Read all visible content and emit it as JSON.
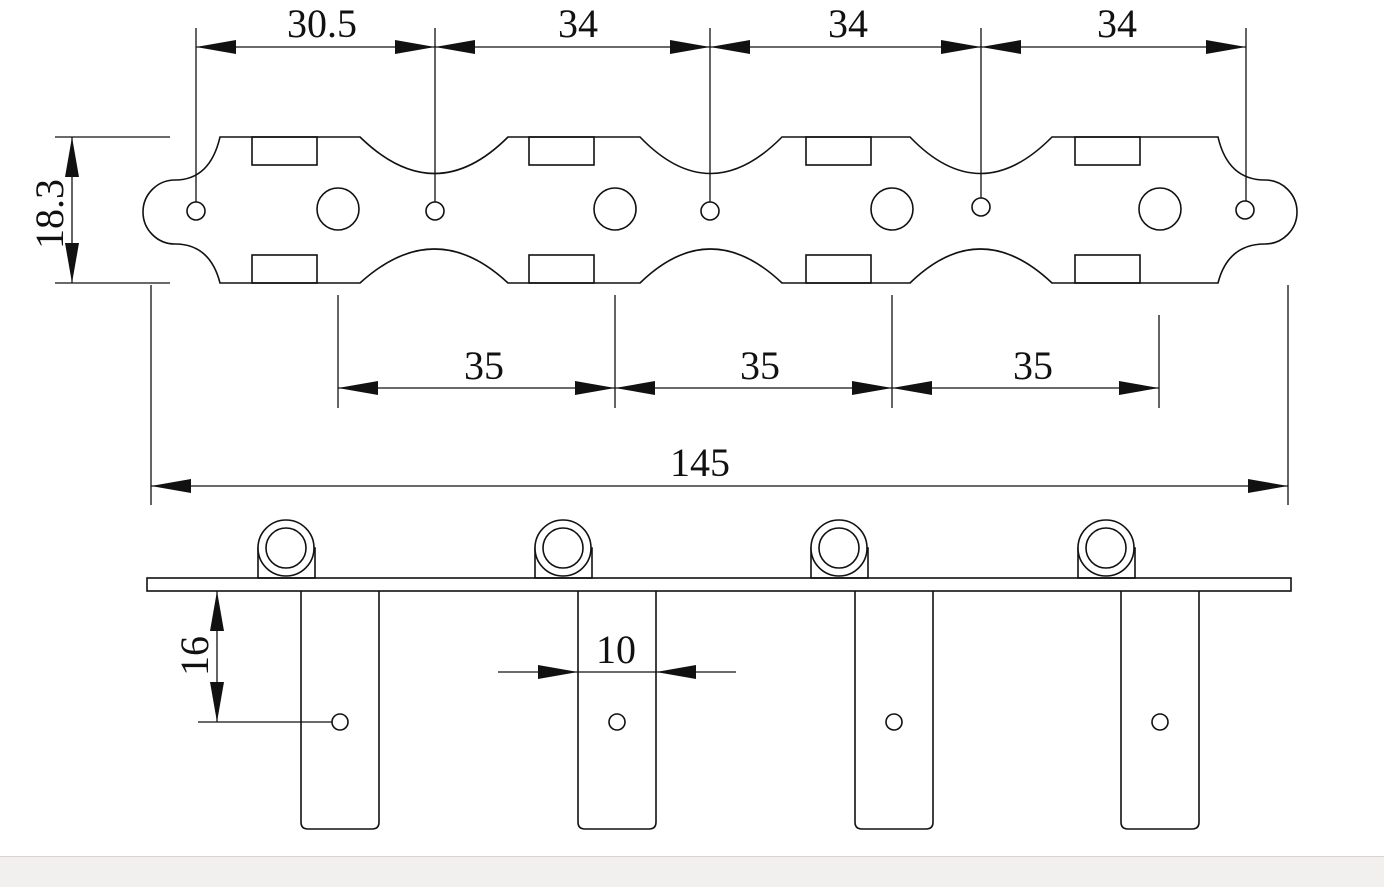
{
  "dimensions": {
    "top_spacings": [
      "30.5",
      "34",
      "34",
      "34"
    ],
    "height": "18.3",
    "middle_spacings": [
      "35",
      "35",
      "35"
    ],
    "total_width": "145",
    "tab_length": "16",
    "tab_width": "10"
  },
  "colors": {
    "line": "#111111",
    "background": "#ffffff",
    "bottom_bar": "#f2efef"
  }
}
